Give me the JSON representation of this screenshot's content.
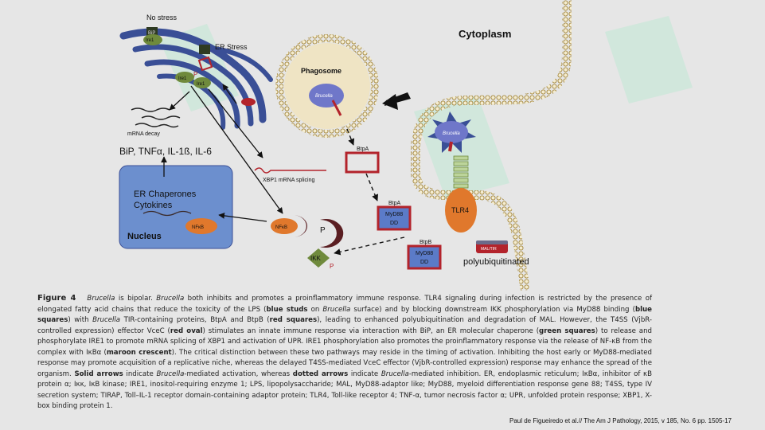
{
  "labels": {
    "no_stress": "No stress",
    "bip": "BiP",
    "ire1_a": "Ire1",
    "er_stress": "ER Stress",
    "ire1_b": "Ire1",
    "p_ire": "P",
    "ire1_c": "Ire1",
    "mrna_decay": "mRNA decay",
    "cytokine_list": "BiP, TNFα, IL-1ß, IL-6",
    "xbp1_splicing": "XBP1 mRNA  splicing",
    "er_chaperones": "ER Chaperones",
    "cytokines": "Cytokines",
    "nucleus": "Nucleus",
    "nfkb_nucleus": "NFκB",
    "nfkb_cyto": "NFκB",
    "p_ikb": "P",
    "ikk": "IKK",
    "p_ikk": "P",
    "phagosome": "Phagosome",
    "brucella_phago": "Brucella",
    "btpa_1": "BtpA",
    "btpa_2": "BtpA",
    "myd88_1": "MyD88",
    "dd_1": "DD",
    "btpb": "BtpB",
    "myd88_2": "MyD88",
    "dd_2": "DD",
    "cytoplasm": "Cytoplasm",
    "brucella_surface": "Brucella",
    "tlr4": "TLR4",
    "mal_tirap": "MAL/TIR",
    "polyubiquitinated": "polyubiquitinated"
  },
  "caption": {
    "figure_label": "Figure 4",
    "s01": "Brucella",
    "s02": " is bipolar. ",
    "s03": "Brucella",
    "s04": " both inhibits and promotes a proinflammatory immune response. TLR4 signaling during infection is restricted by the presence of elongated fatty acid chains that reduce the toxicity of the LPS (",
    "s05": "blue studs",
    "s06": " on ",
    "s07": "Brucella",
    "s08": " surface) and by blocking downstream IKK phosphorylation via MyD88 binding (",
    "s09": "blue squares",
    "s10": ") with ",
    "s11": "Brucella",
    "s12": " TIR-containing proteins, BtpA and BtpB (",
    "s13": "red squares",
    "s14": "), leading to enhanced polyubiquitination and degradation of MAL. However, the T4SS (VjbR-controlled expression) effector VceC (",
    "s15": "red oval",
    "s16": ") stimulates an innate immune response via interaction with BiP, an ER molecular chaperone (",
    "s17": "green squares",
    "s18": ") to release and phosphorylate IRE1 to promote mRNA splicing of XBP1 and activation of UPR. IRE1 phosphorylation also promotes the proinflammatory response via the release of NF-κB from the complex with IκBα (",
    "s19": "maroon crescent",
    "s20": "). The critical distinction between these two pathways may reside in the timing of activation. Inhibiting the host early or MyD88-mediated response may promote acquisition of a replicative niche, whereas the delayed T4SS-mediated VceC effector (VjbR-controlled expression) response may enhance the spread of the organism. ",
    "s21": "Solid arrows",
    "s22": " indicate ",
    "s23": "Brucella",
    "s24": "-mediated activation, whereas ",
    "s25": "dotted arrows",
    "s26": " indicate ",
    "s27": "Brucella",
    "s28": "-mediated inhibition. ER, endoplasmic reticulum; IκBα, inhibitor of κB protein α; Iκκ, IκB kinase; IRE1, inositol-requiring enzyme 1; LPS, lipopolysaccharide; MAL, MyD88-adaptor like; MyD88, myeloid differentiation response gene 88; T4SS, type IV secretion system; TIRAP, Toll–IL-1 receptor domain-containing adaptor protein; TLR4, Toll-like receptor 4; TNF-α, tumor necrosis factor α; UPR, unfolded protein response; XBP1, X-box binding protein 1."
  },
  "citation": "Paul de Figueiredo et al.// The Am J Pathology, 2015, v 185, No. 6 pp. 1505-17",
  "colors": {
    "background": "#e6e6e6",
    "er_blue": "#3a4f96",
    "nucleus_fill": "#6c8fce",
    "membrane_gold": "#c8a23a",
    "tlr4_orange": "#e0782c",
    "brucella_purple": "#6f77c9",
    "red_box": "#b3232b",
    "myd88_blue": "#5b7bc8",
    "maroon": "#5a1e22",
    "bip_green": "#6f8a3c",
    "watermark": "#bfe8d4"
  }
}
